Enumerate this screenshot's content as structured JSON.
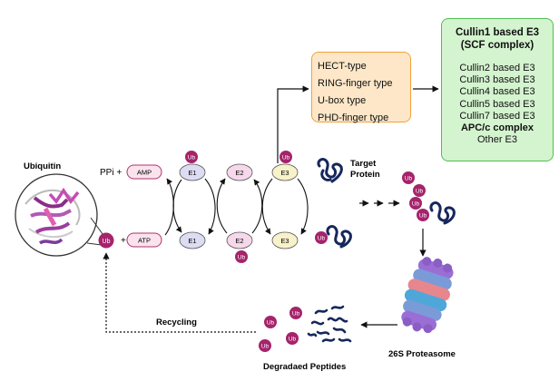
{
  "ubiquitin_label": "Ubiquitin",
  "ppi_label": "PPi +",
  "plus_label": "+",
  "amp_label": "AMP",
  "atp_label": "ATP",
  "ub": "Ub",
  "e1": "E1",
  "e2": "E2",
  "e3": "E3",
  "target_protein": [
    "Target",
    "Protein"
  ],
  "e3_types": [
    "HECT-type",
    "RING-finger type",
    "U-box type",
    "PHD-finger type"
  ],
  "cullin_box": {
    "title_lines": [
      "Cullin1 based E3",
      "(SCF complex)"
    ],
    "items": [
      "Cullin2 based E3",
      "Cullin3 based E3",
      "Cullin4 based E3",
      "Cullin5 based E3",
      "Cullin7 based E3"
    ],
    "apc": "APC/c complex",
    "other": "Other E3"
  },
  "proteasome_label": "26S Proteasome",
  "recycling_label": "Recycling",
  "peptides_label": "Degradaed Peptides",
  "colors": {
    "ub_fill": "#a5246b",
    "amp_atp_fill": "#fbe3ee",
    "amp_atp_stroke": "#b0306e",
    "e1_fill": "#dcdcf2",
    "e2_fill": "#f6d8ea",
    "e3_fill": "#f7f2c9",
    "protein": "#16275c",
    "orange_fill": "#fde7c8",
    "orange_stroke": "#f1a23c",
    "green_fill": "#d4f3cf",
    "green_stroke": "#4fbf52"
  }
}
